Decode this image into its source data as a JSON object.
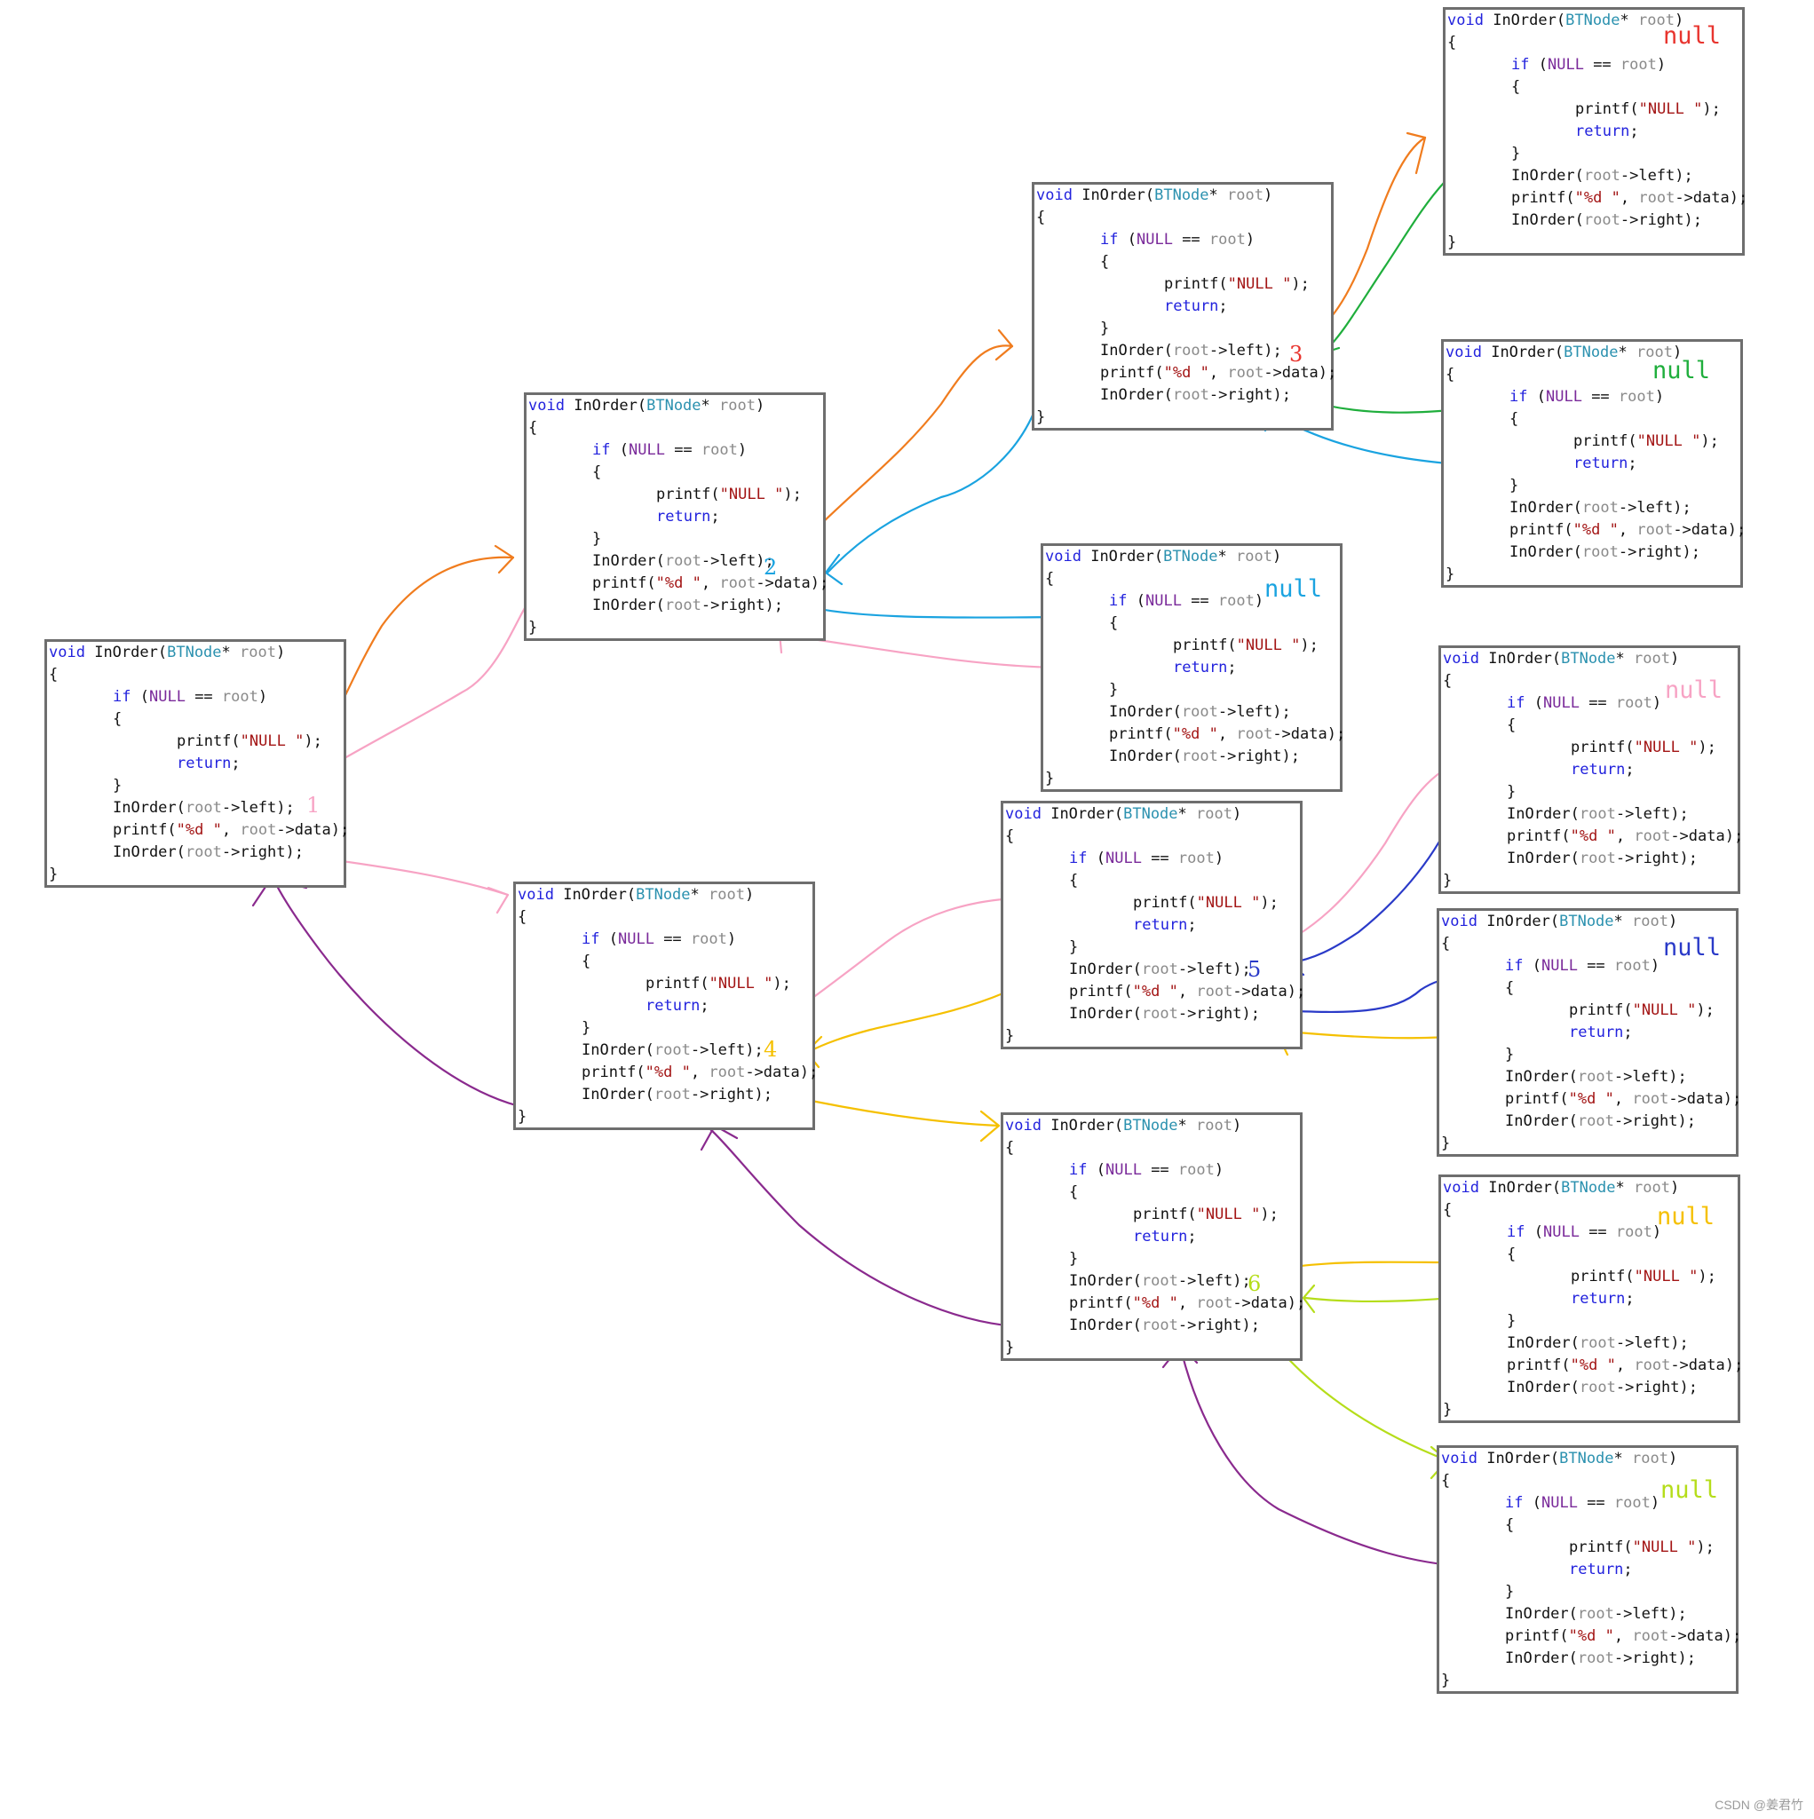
{
  "code": {
    "kw_void": "void",
    "fn_name": "InOrder",
    "type_name": "BTNode",
    "star": "*",
    "param": "root",
    "open_paren": "(",
    "close_paren": ")",
    "brace_open": "{",
    "brace_close": "}",
    "kw_if": "if",
    "null_macro": "NULL",
    "eq_op": "==",
    "printf_fn": "printf",
    "null_str": "\"NULL \"",
    "fmt_str": "\"%d \"",
    "kw_return": "return",
    "semicolon": ";",
    "comma": ",",
    "left_member": "->left",
    "data_member": "->data",
    "right_member": "->right"
  },
  "annotations": {
    "null_label": "null",
    "step_numbers": [
      "1",
      "2",
      "3",
      "4",
      "5",
      "6"
    ]
  },
  "colors": {
    "orange": "#f07c1e",
    "pink": "#f7a3c4",
    "blue": "#1aa3e0",
    "green": "#1fae3c",
    "yellow": "#f5c000",
    "navy": "#2a3ac8",
    "lime": "#b5dd1a",
    "purple": "#8a2a8e",
    "red": "#e8342e"
  },
  "footer": {
    "watermark": "CSDN @姜君竹"
  }
}
